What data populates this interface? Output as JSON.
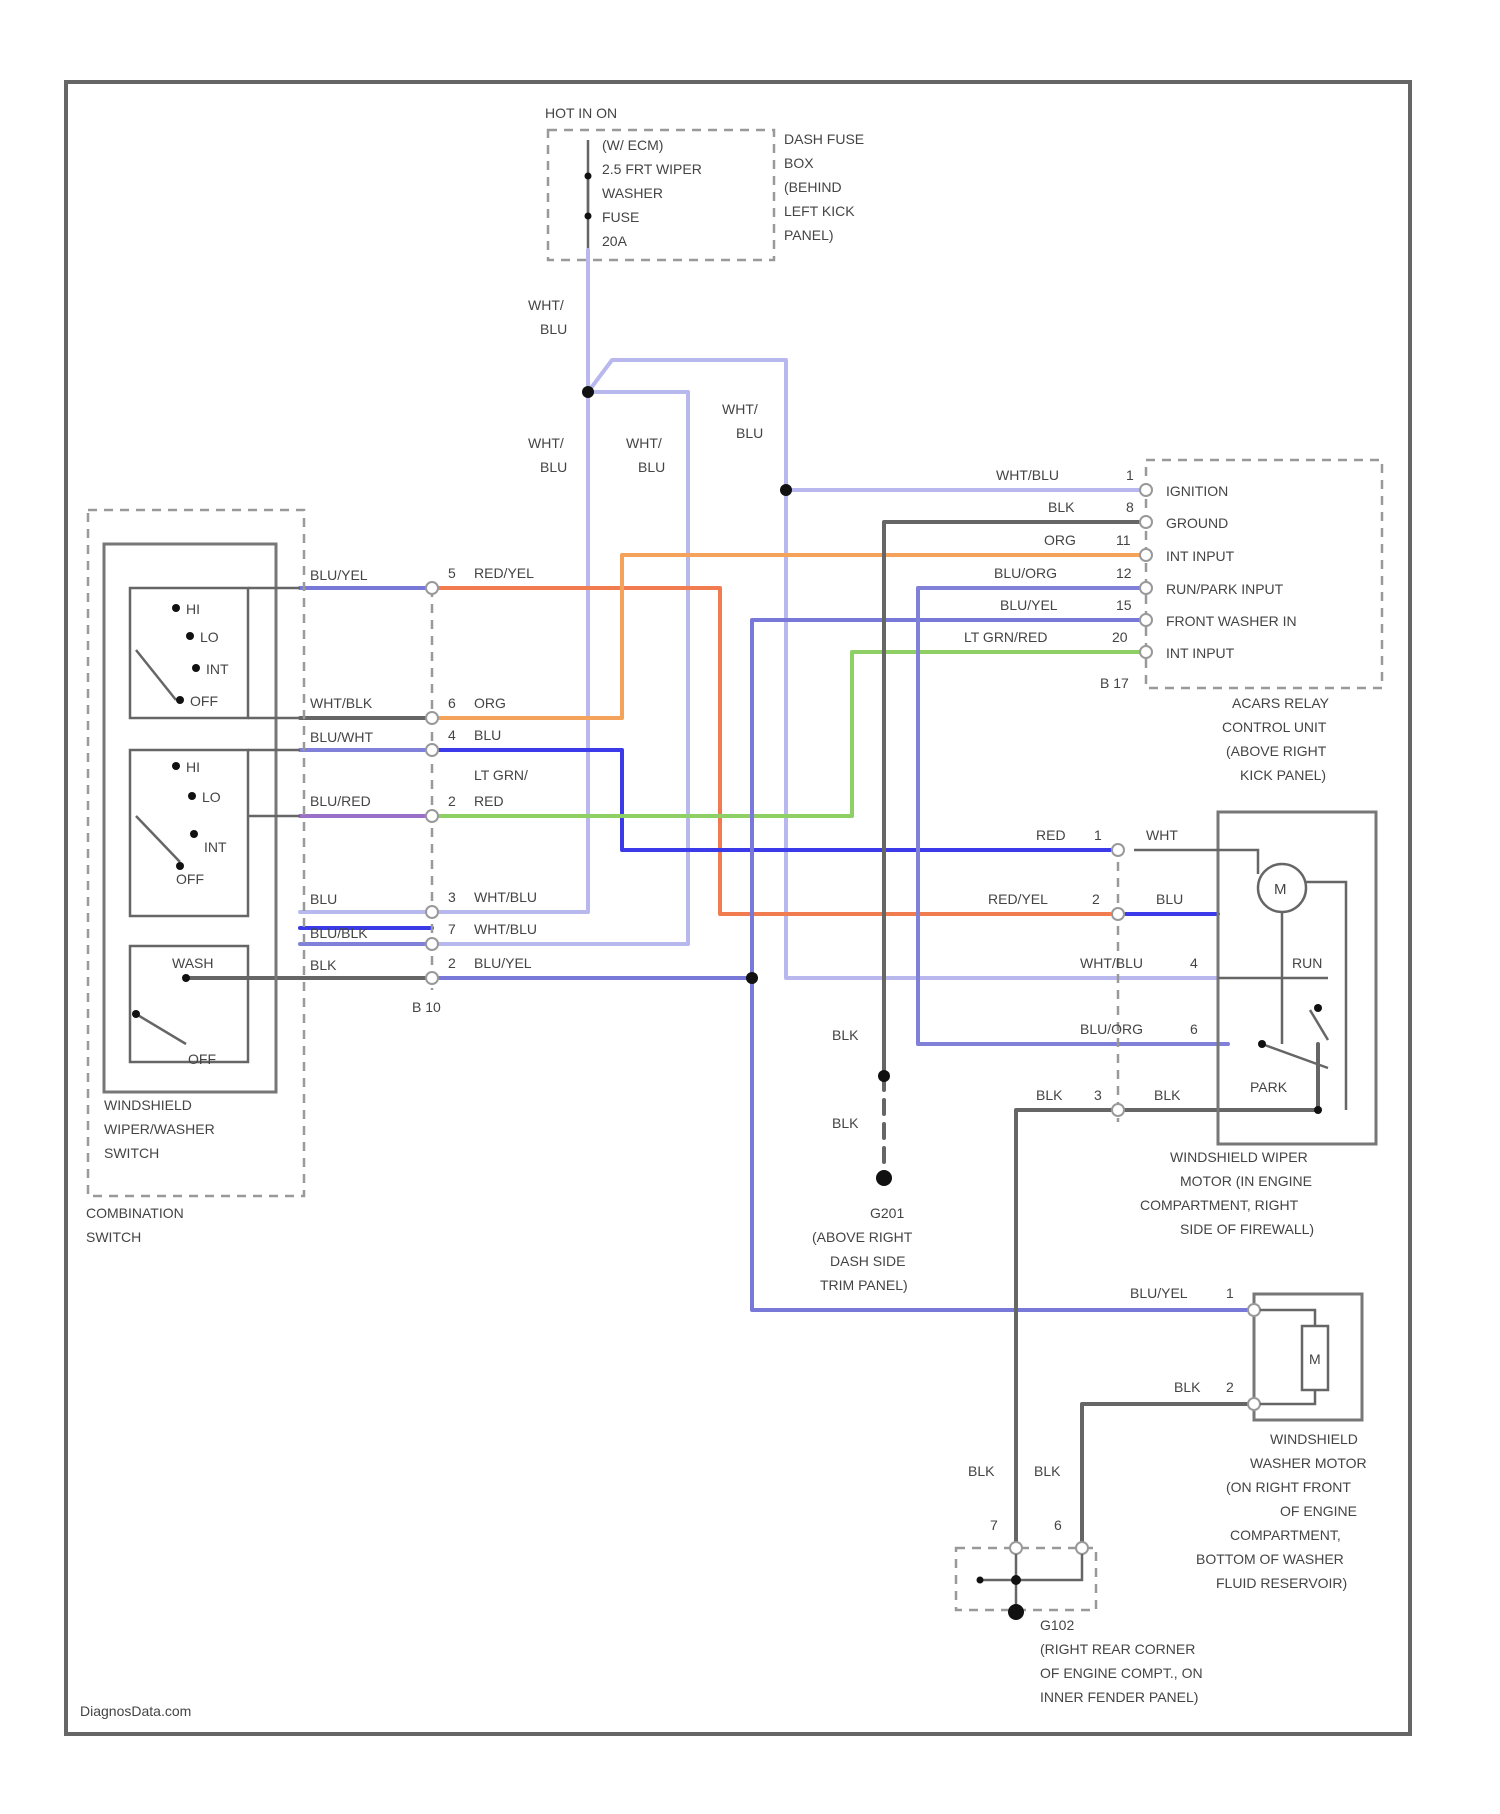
{
  "colors": {
    "wht_blu": "#b8b8ee",
    "blk": "#666666",
    "org": "#f5a25a",
    "blu": "#3a3ae8",
    "blu_org": "#8080d8",
    "lt_grn": "#8ed065",
    "red_yel": "#f07c50",
    "blu_yel": "#7878d8",
    "blu_red": "#9a6fc8"
  },
  "fuse_box": {
    "hot_label": "HOT IN ON",
    "fuse_lines": [
      "(W/ ECM)",
      "2.5 FRT WIPER",
      "WASHER",
      "FUSE",
      "20A"
    ],
    "location_lines": [
      "DASH FUSE",
      "BOX",
      "(BEHIND",
      "LEFT KICK",
      "PANEL)"
    ]
  },
  "combination_switch": {
    "wiper_positions": [
      "HI",
      "LO",
      "INT",
      "OFF"
    ],
    "intermittent_positions": [
      "HI",
      "LO",
      "INT",
      "OFF"
    ],
    "washer_positions": [
      "WASH",
      "OFF"
    ],
    "switch_name_lines": [
      "WINDSHIELD",
      "WIPER/WASHER",
      "SWITCH"
    ],
    "combo_name_lines": [
      "COMBINATION",
      "SWITCH"
    ],
    "left_wires": [
      "BLU/YEL",
      "WHT/BLK",
      "BLU/WHT",
      "BLU/RED",
      "BLU",
      "BLU/BLK",
      "BLK"
    ],
    "connector_name": "B 10"
  },
  "connector_b10": [
    {
      "pin": "5",
      "wire": "RED/YEL"
    },
    {
      "pin": "6",
      "wire": "ORG"
    },
    {
      "pin": "4",
      "wire": "BLU"
    },
    {
      "pin": "2",
      "wire": "RED"
    },
    {
      "pin": "3",
      "wire": "WHT/BLU"
    },
    {
      "pin": "7",
      "wire": "WHT/BLU"
    },
    {
      "pin": "2",
      "wire": "BLU/YEL"
    }
  ],
  "lt_grn_label": "LT GRN/",
  "wht_blu_labels": [
    "WHT/",
    "BLU"
  ],
  "relay_unit": {
    "pins": [
      {
        "wire": "WHT/BLU",
        "pin": "1",
        "name": "IGNITION"
      },
      {
        "wire": "BLK",
        "pin": "8",
        "name": "GROUND"
      },
      {
        "wire": "ORG",
        "pin": "11",
        "name": "INT INPUT"
      },
      {
        "wire": "BLU/ORG",
        "pin": "12",
        "name": "RUN/PARK INPUT"
      },
      {
        "wire": "BLU/YEL",
        "pin": "15",
        "name": "FRONT WASHER IN"
      },
      {
        "wire": "LT GRN/RED",
        "pin": "20",
        "name": "INT INPUT"
      }
    ],
    "connector_name": "B 17",
    "name_lines": [
      "ACARS RELAY",
      "CONTROL UNIT",
      "(ABOVE RIGHT",
      "KICK PANEL)"
    ]
  },
  "wiper_motor": {
    "pins": [
      {
        "wire": "RED",
        "pin": "1",
        "inner": "WHT"
      },
      {
        "wire": "RED/YEL",
        "pin": "2",
        "inner": "BLU"
      },
      {
        "wire": "WHT/BLU",
        "pin": "4",
        "inner": ""
      },
      {
        "wire": "BLU/ORG",
        "pin": "6",
        "inner": ""
      },
      {
        "wire": "BLK",
        "pin": "3",
        "inner": "BLK"
      }
    ],
    "motor_symbol": "M",
    "run_label": "RUN",
    "park_label": "PARK",
    "name_lines": [
      "WINDSHIELD WIPER",
      "MOTOR (IN ENGINE",
      "COMPARTMENT, RIGHT",
      "SIDE OF FIREWALL)"
    ]
  },
  "ground_g201": {
    "wire_upper": "BLK",
    "wire_lower": "BLK",
    "name_lines": [
      "G201",
      "(ABOVE RIGHT",
      "DASH SIDE",
      "TRIM PANEL)"
    ]
  },
  "washer_motor": {
    "pins": [
      {
        "wire": "BLU/YEL",
        "pin": "1"
      },
      {
        "wire": "BLK",
        "pin": "2"
      }
    ],
    "motor_symbol": "M",
    "name_lines": [
      "WINDSHIELD",
      "WASHER MOTOR",
      "(ON RIGHT FRONT",
      "OF ENGINE",
      "COMPARTMENT,",
      "BOTTOM OF WASHER",
      "FLUID RESERVOIR)"
    ]
  },
  "ground_g102": {
    "wires": [
      "BLK",
      "BLK"
    ],
    "pins": [
      "7",
      "6"
    ],
    "name_lines": [
      "G102",
      "(RIGHT REAR CORNER",
      "OF ENGINE COMPT., ON",
      "INNER FENDER PANEL)"
    ]
  },
  "watermark": "DiagnosData.com"
}
